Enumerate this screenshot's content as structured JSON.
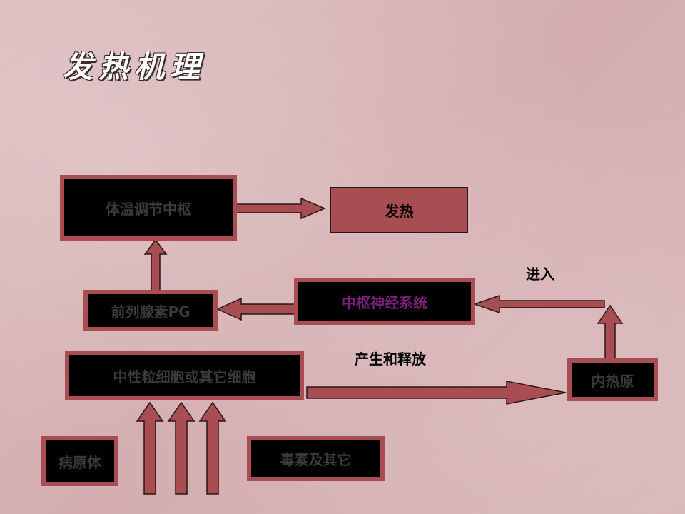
{
  "title": "发热机理",
  "nodes": {
    "thermo_center": "体温调节中枢",
    "fever": "发热",
    "prostaglandin": "前列腺素PG",
    "cns": "中枢神经系统",
    "neutrophil": "中性粒细胞或其它细胞",
    "endogenous_pyrogen": "内热原",
    "pathogen": "病原体",
    "toxin": "毒素及其它"
  },
  "edge_labels": {
    "enter": "进入",
    "produce_release": "产生和释放"
  },
  "colors": {
    "box_border": "#a84e52",
    "box_fill": "#000000",
    "arrow_fill": "#a84e52",
    "highlight_text": "#7a1f7a"
  }
}
